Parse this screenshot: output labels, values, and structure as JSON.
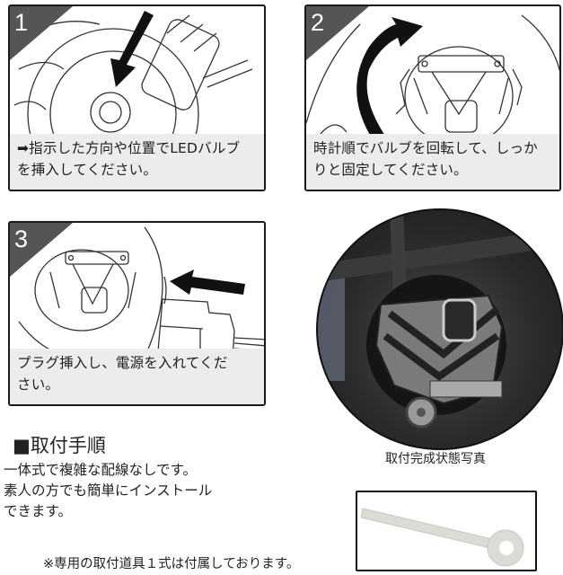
{
  "steps": [
    {
      "number": "1",
      "caption_line1": "➡指示した方向や位置でLEDバルブ",
      "caption_line2": "を挿入してください。",
      "illustration": "insert-bulb-arrow-illustration"
    },
    {
      "number": "2",
      "caption_line1": "時計順でバルブを回転して、しっか",
      "caption_line2": "りと固定してください。",
      "illustration": "rotate-clockwise-illustration"
    },
    {
      "number": "3",
      "caption_line1": "プラグ挿入し、電源を入れてくだ",
      "caption_line2": "さい。",
      "illustration": "connect-plug-illustration"
    }
  ],
  "photo": {
    "caption": "取付完成状態写真"
  },
  "section": {
    "title": "■取付手順",
    "desc_lines": [
      "一体式で複雑な配線なしです。",
      "素人の方でも簡単にインストール",
      "できます。"
    ],
    "note": "※専用の取付道具１式は付属しております。"
  },
  "tool": {
    "name": "installation-tool-image"
  },
  "colors": {
    "badge": "#555555",
    "caption_bg": "#ececec",
    "border": "#1a1a1a"
  }
}
